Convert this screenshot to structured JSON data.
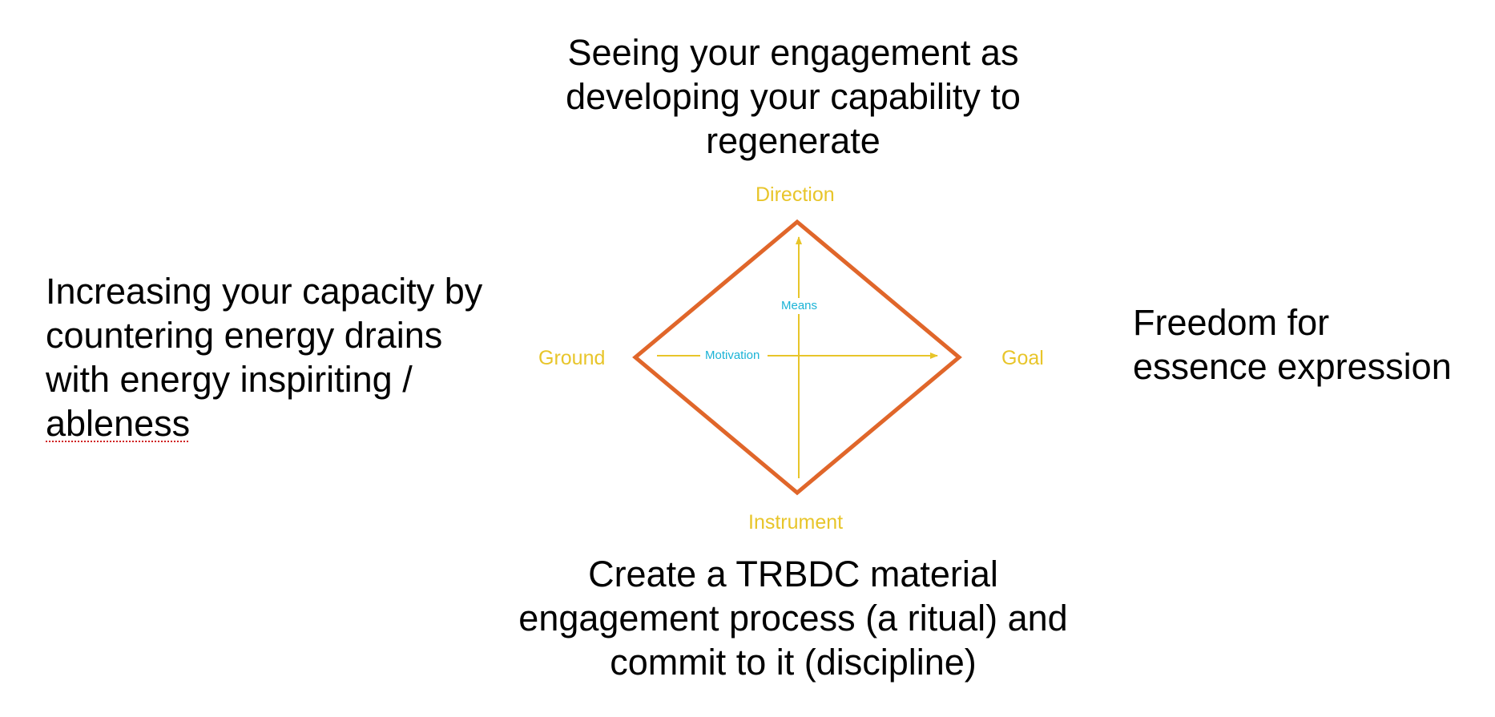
{
  "top_text": {
    "lines": [
      "Seeing your engagement as",
      "developing your capability to",
      "regenerate"
    ]
  },
  "left_text": {
    "lines": [
      "Increasing your capacity by",
      "countering energy drains",
      "with energy inspiriting /"
    ],
    "last_line": "ableness"
  },
  "right_text": {
    "lines": [
      "Freedom for",
      "essence expression"
    ]
  },
  "bottom_text": {
    "lines": [
      "Create a TRBDC material",
      "engagement process (a ritual) and",
      "commit to it (discipline)"
    ]
  },
  "diagram": {
    "poles": {
      "top": "Direction",
      "bottom": "Instrument",
      "left": "Ground",
      "right": "Goal"
    },
    "inner": {
      "vertical": "Means",
      "horizontal": "Motivation"
    }
  },
  "colors": {
    "diamond": "#e0662a",
    "axes": "#e8c52a",
    "pole_labels": "#e8c52a",
    "inner_labels": "#1bb3d6",
    "text": "#000000"
  }
}
